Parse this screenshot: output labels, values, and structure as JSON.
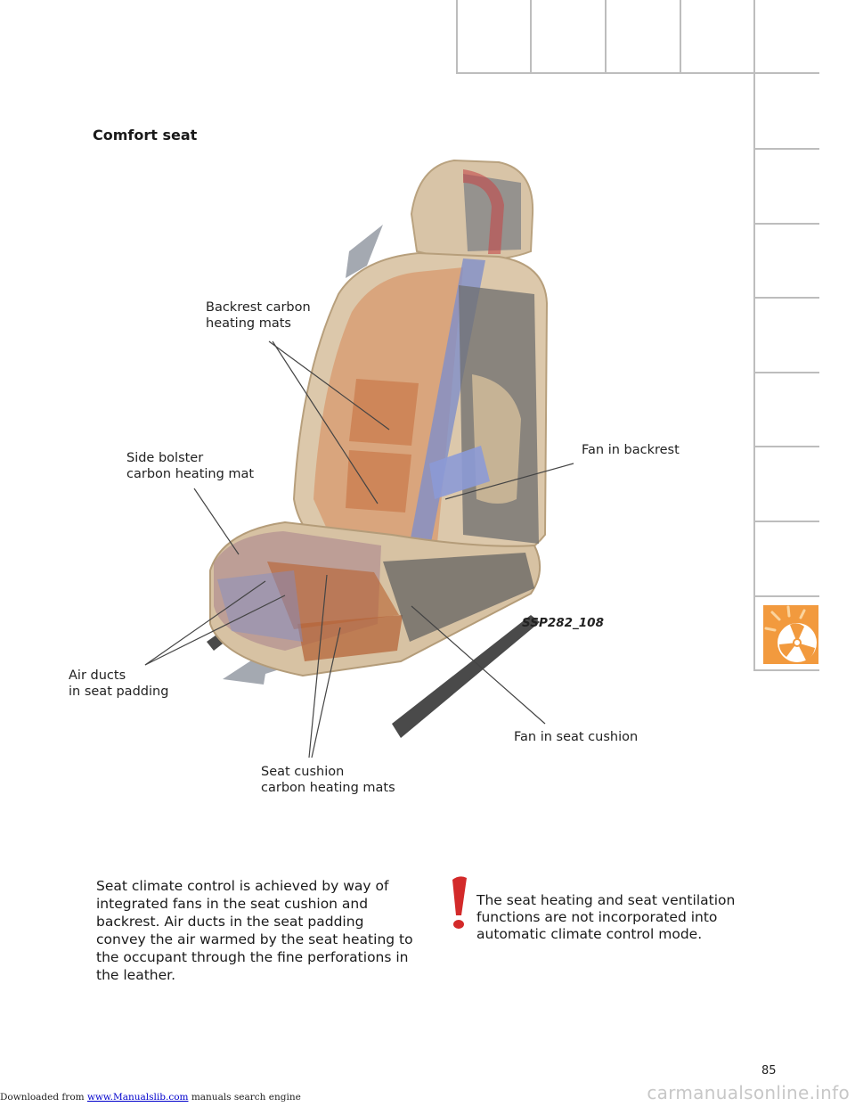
{
  "section_title": "Comfort seat",
  "figure": {
    "code": "SSP282_108",
    "labels": {
      "backrest_heating": "Backrest carbon\nheating mats",
      "side_bolster": "Side bolster\ncarbon heating mat",
      "fan_backrest": "Fan in backrest",
      "air_ducts": "Air ducts\nin seat padding",
      "fan_cushion": "Fan in seat cushion",
      "cushion_heating": "Seat cushion\ncarbon heating mats"
    }
  },
  "body_text": "Seat climate control is achieved by way of integrated fans in the seat cushion and backrest. Air ducts in the seat padding convey the air warmed by the seat heating to the occupant through the fine perforations in the leather.",
  "note_text": "The seat heating and seat ventilation functions are not incorporated into automatic climate control mode.",
  "page_number": "85",
  "footer": {
    "prefix": "Downloaded from ",
    "link": "www.Manualslib.com",
    "suffix": " manuals search engine"
  },
  "watermark": "carmanualsonline.info",
  "icons": {
    "tab_icon": "fan-sun-icon",
    "note_icon": "exclamation-icon"
  },
  "colors": {
    "tab_orange": "#f29a3e",
    "note_red": "#d32a2a"
  }
}
